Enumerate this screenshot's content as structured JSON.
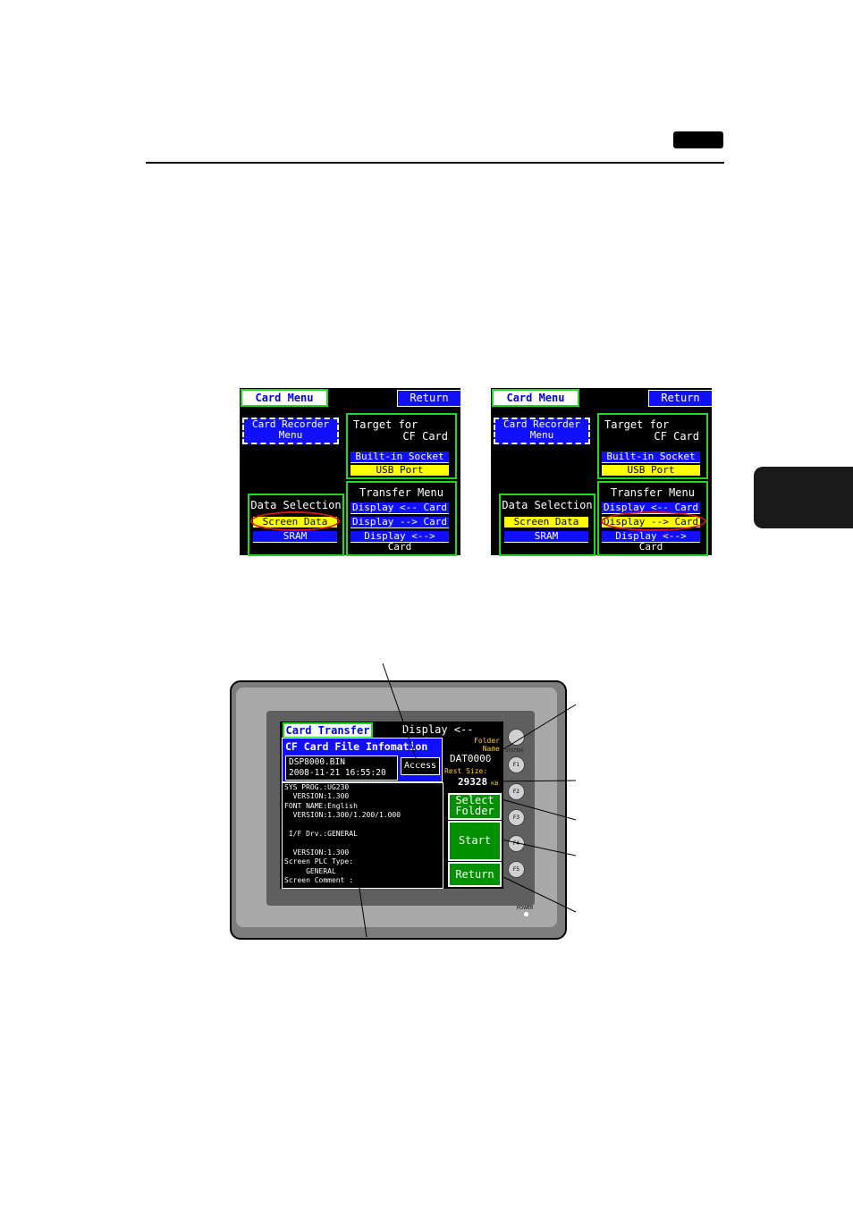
{
  "screen_left": {
    "title": "Card Menu",
    "return_label": "Return",
    "recorder_label": "Card Recorder\nMenu",
    "target_line1": "Target for",
    "target_line2": "CF Card",
    "target_options": [
      "Built-in Socket",
      "USB Port"
    ],
    "data_selection_label": "Data Selection",
    "data_options": [
      "Screen Data",
      "SRAM"
    ],
    "transfer_menu_label": "Transfer Menu",
    "transfer_options": [
      "Display <-- Card",
      "Display --> Card",
      "Display <--> Card"
    ]
  },
  "screen_right": {
    "title": "Card Menu",
    "return_label": "Return",
    "recorder_label": "Card Recorder\nMenu",
    "target_line1": "Target for",
    "target_line2": "CF Card",
    "target_options": [
      "Built-in Socket",
      "USB Port"
    ],
    "data_selection_label": "Data Selection",
    "data_options": [
      "Screen Data",
      "SRAM"
    ],
    "transfer_menu_label": "Transfer Menu",
    "transfer_options": [
      "Display <-- Card",
      "Display --> Card",
      "Display <--> Card"
    ]
  },
  "device": {
    "title": "Card Transfer",
    "mode": "Display <-- Card",
    "info_title": "CF Card File Infomation",
    "file_name": "DSP8000.BIN",
    "file_date": "2008-11-21 16:55:20",
    "access_label": "Access",
    "folder_label1": "Folder",
    "folder_label2": "Name",
    "folder_name": "DAT0000",
    "rest_label": "Rest Size:",
    "rest_value": "29328",
    "rest_unit": "KB",
    "info_lines": [
      "SYS PROG.:UG230",
      "  VERSION:1.300",
      "FONT NAME:English",
      "  VERSION:1.300/1.200/1.000",
      "",
      " I/F Drv.:GENERAL",
      "",
      "  VERSION:1.300",
      "Screen PLC Type:",
      "     GENERAL",
      "Screen Comment :"
    ],
    "select_folder_label": "Select\nFolder",
    "start_label": "Start",
    "return_label": "Return",
    "fkeys": [
      "",
      "F1",
      "F2",
      "F3",
      "F4",
      "F5"
    ],
    "system_label": "SYSTEM",
    "power_label": "POWER"
  }
}
